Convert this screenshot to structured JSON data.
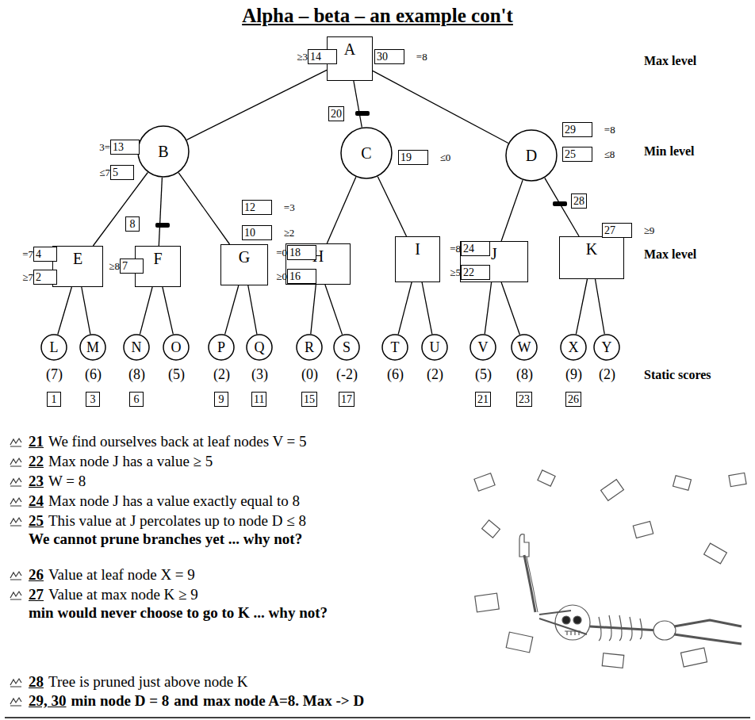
{
  "diagram": {
    "title": "Alpha – beta – an example con't",
    "nodes": [
      {
        "text": [
          "A"
        ]
      },
      {
        "text": [
          "B"
        ]
      },
      {
        "text": [
          "C"
        ]
      },
      {
        "text": [
          "D"
        ]
      },
      {
        "text": [
          "E"
        ]
      },
      {
        "text": [
          "F"
        ]
      },
      {
        "text": [
          "G"
        ]
      },
      {
        "text": [
          "H"
        ]
      },
      {
        "text": [
          "I"
        ]
      },
      {
        "text": [
          "J"
        ]
      },
      {
        "text": [
          "K"
        ]
      },
      {
        "text": [
          "L"
        ]
      },
      {
        "text": [
          "M"
        ]
      },
      {
        "text": [
          "N"
        ]
      },
      {
        "text": [
          "O"
        ]
      },
      {
        "text": [
          "P"
        ]
      },
      {
        "text": [
          "Q"
        ]
      },
      {
        "text": [
          "R"
        ]
      },
      {
        "text": [
          "S"
        ]
      },
      {
        "text": [
          "T"
        ]
      },
      {
        "text": [
          "U"
        ]
      },
      {
        "text": [
          "V"
        ]
      },
      {
        "text": [
          "W"
        ]
      },
      {
        "text": [
          "X"
        ]
      },
      {
        "text": [
          "Y"
        ]
      },
      {
        "text": [
          "14",
          "≥3"
        ]
      },
      {
        "text": [
          "30",
          "=8"
        ]
      },
      {
        "text": [
          "20"
        ]
      },
      {
        "text": [
          "13",
          "3="
        ]
      },
      {
        "text": [
          "5",
          "≤7"
        ]
      },
      {
        "text": [
          "19",
          "≤0"
        ]
      },
      {
        "text": [
          "29",
          "=8"
        ]
      },
      {
        "text": [
          "25",
          "≤8"
        ]
      },
      {
        "text": [
          "4",
          "=7"
        ]
      },
      {
        "text": [
          "2",
          "≥7"
        ]
      },
      {
        "text": [
          "8"
        ]
      },
      {
        "text": [
          "7",
          "≥8"
        ]
      },
      {
        "text": [
          "12",
          "=3"
        ]
      },
      {
        "text": [
          "10",
          "≥2"
        ]
      },
      {
        "text": [
          "18",
          "=0"
        ]
      },
      {
        "text": [
          "16",
          "≥0"
        ]
      },
      {
        "text": [
          "24",
          "=8"
        ]
      },
      {
        "text": [
          "22",
          "≥5"
        ]
      },
      {
        "text": [
          "28"
        ]
      },
      {
        "text": [
          "27",
          "≥9"
        ]
      },
      {
        "text": [
          "1"
        ]
      },
      {
        "text": [
          "3"
        ]
      },
      {
        "text": [
          "6"
        ]
      },
      {
        "text": [
          "9"
        ]
      },
      {
        "text": [
          "11"
        ]
      },
      {
        "text": [
          "15"
        ]
      },
      {
        "text": [
          "17"
        ]
      },
      {
        "text": [
          "21"
        ]
      },
      {
        "text": [
          "23"
        ]
      },
      {
        "text": [
          "26"
        ]
      }
    ],
    "edges": [
      {
        "from": 0,
        "to": 1,
        "arrow": "none"
      },
      {
        "from": 0,
        "to": 2,
        "arrow": "none"
      },
      {
        "from": 0,
        "to": 3,
        "arrow": "none"
      },
      {
        "from": 1,
        "to": 4,
        "arrow": "none"
      },
      {
        "from": 1,
        "to": 5,
        "arrow": "none"
      },
      {
        "from": 1,
        "to": 6,
        "arrow": "none"
      },
      {
        "from": 2,
        "to": 7,
        "arrow": "none"
      },
      {
        "from": 2,
        "to": 8,
        "arrow": "none"
      },
      {
        "from": 3,
        "to": 9,
        "arrow": "none"
      },
      {
        "from": 3,
        "to": 10,
        "arrow": "none"
      },
      {
        "from": 4,
        "to": 11,
        "arrow": "none"
      },
      {
        "from": 4,
        "to": 12,
        "arrow": "none"
      },
      {
        "from": 5,
        "to": 13,
        "arrow": "none"
      },
      {
        "from": 5,
        "to": 14,
        "arrow": "none"
      },
      {
        "from": 6,
        "to": 15,
        "arrow": "none"
      },
      {
        "from": 6,
        "to": 16,
        "arrow": "none"
      },
      {
        "from": 7,
        "to": 17,
        "arrow": "none"
      },
      {
        "from": 7,
        "to": 18,
        "arrow": "none"
      },
      {
        "from": 8,
        "to": 19,
        "arrow": "none"
      },
      {
        "from": 8,
        "to": 20,
        "arrow": "none"
      },
      {
        "from": 9,
        "to": 21,
        "arrow": "none"
      },
      {
        "from": 9,
        "to": 22,
        "arrow": "none"
      },
      {
        "from": 10,
        "to": 23,
        "arrow": "none"
      },
      {
        "from": 10,
        "to": 24,
        "arrow": "none"
      }
    ],
    "labels": [
      "(7)",
      "(6)",
      "(8)",
      "(5)",
      "(2)",
      "(3)",
      "(0)",
      "(-2)",
      "(6)",
      "(2)",
      "(5)",
      "(8)",
      "(9)",
      "(2)",
      "Max level",
      "Min level",
      "Max level",
      "Static scores",
      "21",
      "We find ourselves back at leaf nodes V = 5",
      "22",
      "Max node J has a value ≥ 5",
      "23",
      "W = 8",
      "24",
      "Max node J has a value exactly equal to 8",
      "25",
      "This value at J percolates up to node D ≤ 8",
      "We cannot prune branches yet ... why not?",
      "26",
      "Value at leaf node X = 9",
      "27",
      "Value at max node K ≥ 9",
      "min would never choose to go to K ... why not?",
      "28",
      "Tree is pruned just above node K",
      "29, 30",
      "min node D = 8",
      "and",
      "max node A=8. Max -> D"
    ]
  }
}
